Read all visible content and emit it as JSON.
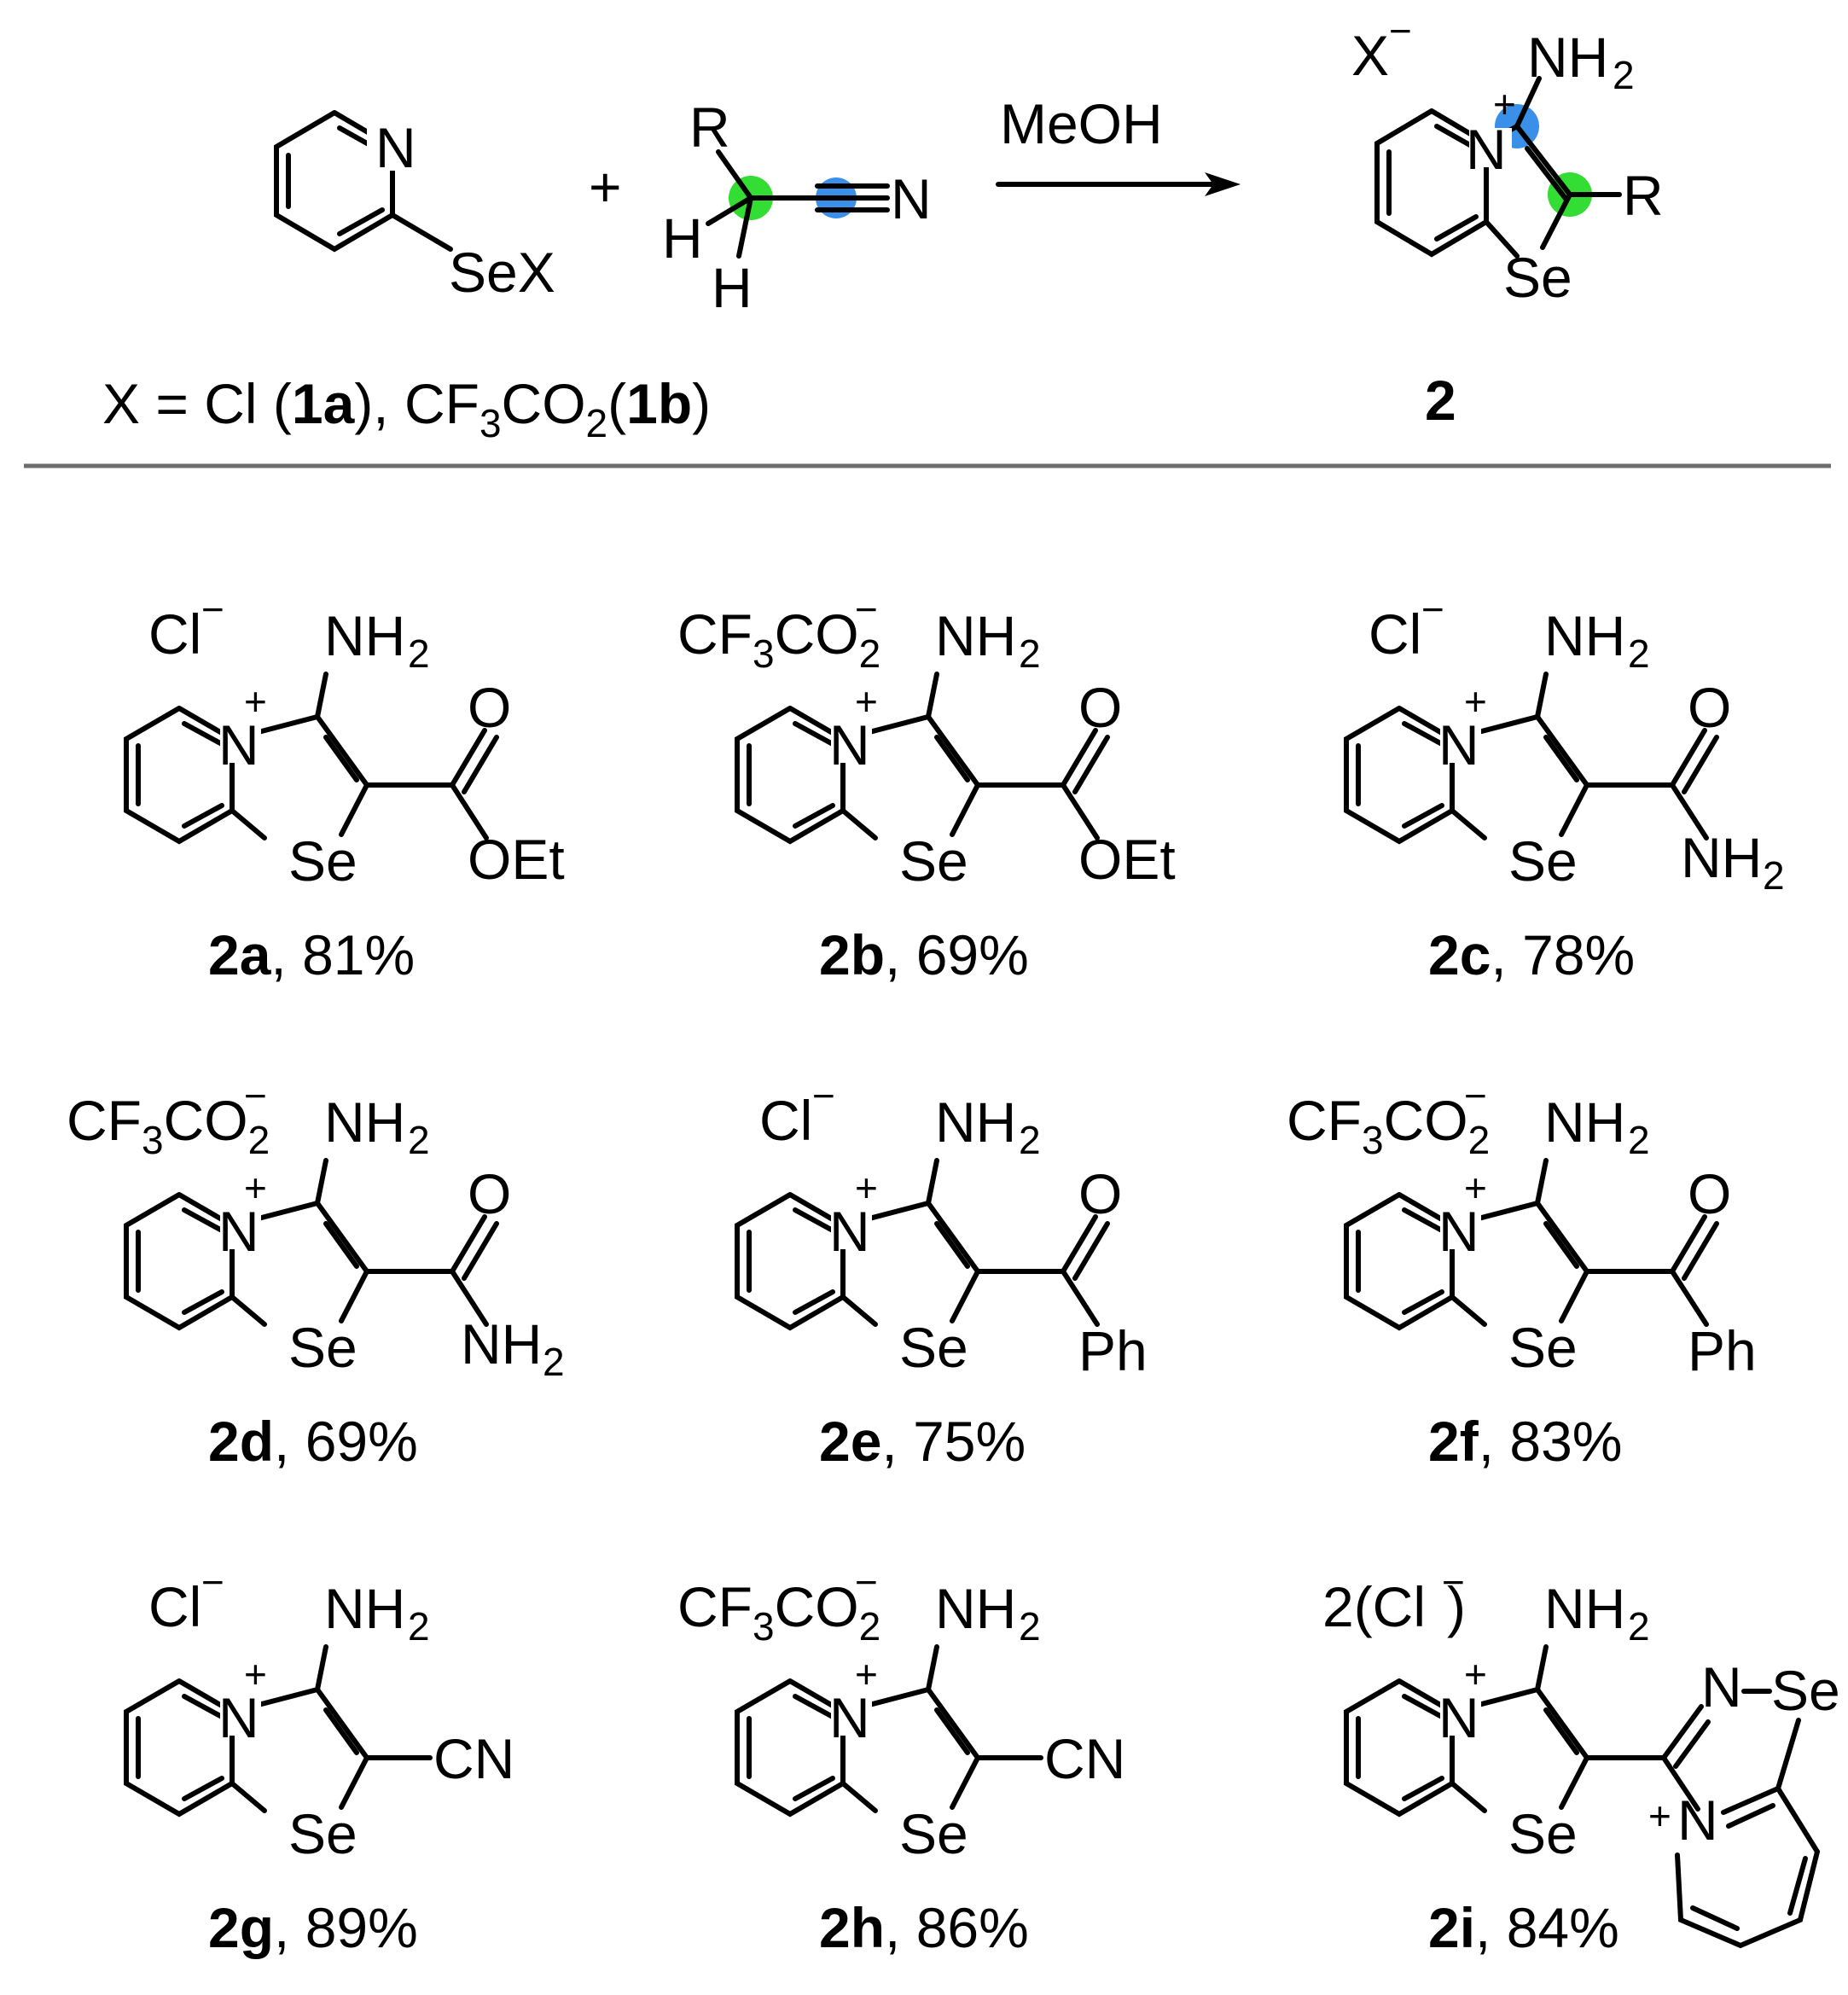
{
  "colors": {
    "green_highlight": "#33dd33",
    "blue_highlight": "#3a8fe8",
    "separator": "#6d6d6d",
    "ink": "#000000"
  },
  "scheme": {
    "reactant1": {
      "N": "N",
      "SeX": "SeX"
    },
    "plus": "+",
    "reactant2": {
      "R": "R",
      "H1": "H",
      "H2": "H",
      "N": "N"
    },
    "conditions": "MeOH",
    "product": {
      "anion": "X",
      "NH2": "NH",
      "R": "R",
      "Se": "Se",
      "N": "N",
      "label": "2"
    },
    "x_definition": {
      "prefix": "X = Cl (",
      "c1": "1a",
      "mid": "), CF",
      "sub3": "3",
      "co": "CO",
      "sub2": "2",
      "open": "(",
      "c2": "1b",
      "close": ")"
    }
  },
  "compounds": [
    {
      "id": "2a",
      "yield": ", 81%",
      "anion": "Cl",
      "substituent": "ester",
      "OEt": "OEt"
    },
    {
      "id": "2b",
      "yield": ", 69%",
      "anion": "CF3CO2",
      "substituent": "ester",
      "OEt": "OEt"
    },
    {
      "id": "2c",
      "yield": ", 78%",
      "anion": "Cl",
      "substituent": "amide"
    },
    {
      "id": "2d",
      "yield": ", 69%",
      "anion": "CF3CO2",
      "substituent": "amide"
    },
    {
      "id": "2e",
      "yield": ", 75%",
      "anion": "Cl",
      "substituent": "ketone",
      "Ph": "Ph"
    },
    {
      "id": "2f",
      "yield": ", 83%",
      "anion": "CF3CO2",
      "substituent": "ketone",
      "Ph": "Ph"
    },
    {
      "id": "2g",
      "yield": ", 89%",
      "anion": "Cl",
      "substituent": "nitrile",
      "CN": "CN"
    },
    {
      "id": "2h",
      "yield": ", 86%",
      "anion": "CF3CO2",
      "substituent": "nitrile",
      "CN": "CN"
    },
    {
      "id": "2i",
      "yield": ", 84%",
      "anion": "2Cl",
      "substituent": "selenadiazolium",
      "anion_text": "2(Cl",
      "anion_close": ")"
    }
  ],
  "labels": {
    "NH": "NH",
    "two": "2",
    "three": "3",
    "minus": "−",
    "plusSign": "+",
    "Se": "Se",
    "N": "N",
    "O": "O",
    "Cl": "Cl",
    "CF": "CF",
    "CO": "CO"
  }
}
